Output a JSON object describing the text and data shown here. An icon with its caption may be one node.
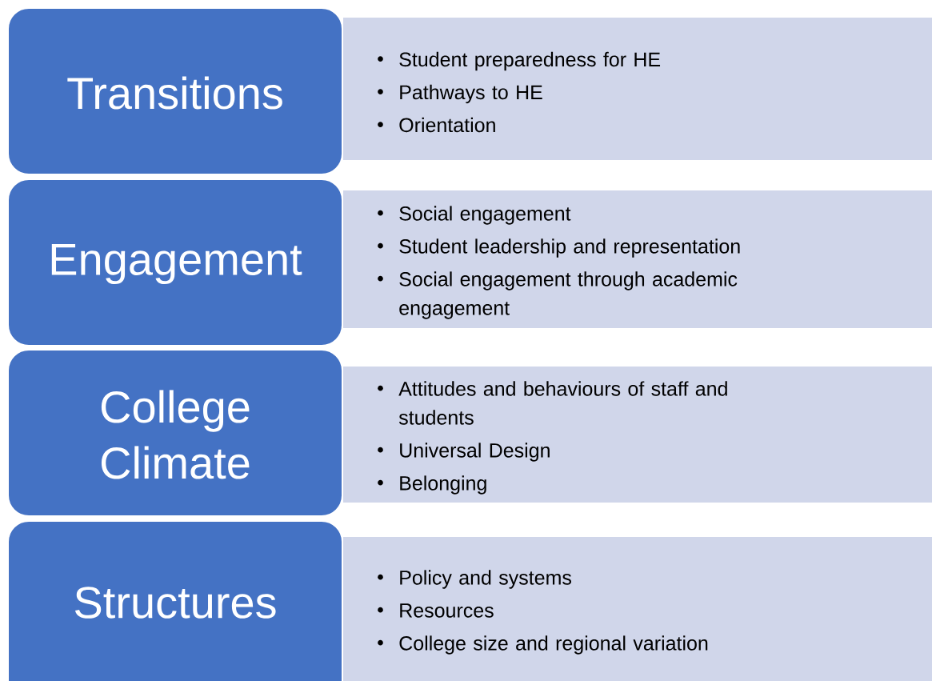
{
  "diagram": {
    "nodes": [
      {
        "text": [
          "Transitions"
        ]
      },
      {
        "text": [
          "Student preparedness for HE",
          "Pathways to HE",
          "Orientation"
        ]
      },
      {
        "text": [
          "Engagement"
        ]
      },
      {
        "text": [
          "Social engagement",
          "Student leadership and representation",
          "Social engagement through academic engagement"
        ]
      },
      {
        "text": [
          "College Climate"
        ]
      },
      {
        "text": [
          "Attitudes and behaviours of staff and students",
          "Universal Design",
          "Belonging"
        ]
      },
      {
        "text": [
          "Structures"
        ]
      },
      {
        "text": [
          "Policy and systems",
          "Resources",
          "College size and regional variation"
        ]
      }
    ]
  }
}
